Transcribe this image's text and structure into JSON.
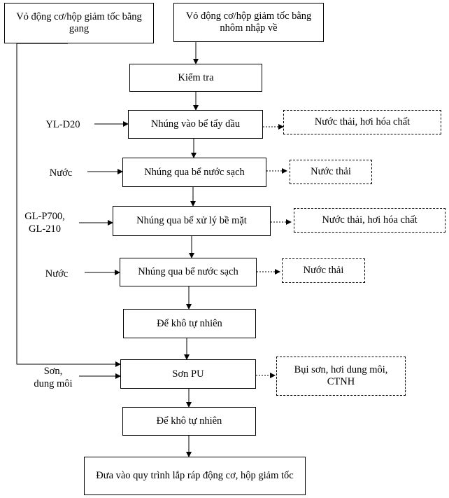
{
  "nodes": {
    "cast_iron_housing": "Vỏ động cơ/hộp giảm tốc bằng gang",
    "aluminum_housing": "Vỏ động cơ/hộp giảm tốc bằng nhôm nhập về",
    "inspection": "Kiểm tra",
    "degreasing": "Nhúng vào bể tẩy dầu",
    "rinse_1": "Nhúng qua bể nước sạch",
    "surface_treatment": "Nhúng qua bể xử lý bề mặt",
    "rinse_2": "Nhúng qua bể nước sạch",
    "air_dry_1": "Để khô tự nhiên",
    "pu_paint": "Sơn PU",
    "air_dry_2": "Để khô tự nhiên",
    "assembly": "Đưa vào quy trình lắp ráp động cơ, hộp giảm tốc"
  },
  "inputs": {
    "yl_d20": "YL-D20",
    "water_1": "Nước",
    "gl_line1": "GL-P700,",
    "gl_line2": "GL-210",
    "water_2": "Nước",
    "paint_line1": "Sơn,",
    "paint_line2": "dung môi"
  },
  "outputs": {
    "waste_degreasing": "Nước thải, hơi hóa chất",
    "waste_rinse_1": "Nước thải",
    "waste_surface": "Nước thải, hơi hóa chất",
    "waste_rinse_2": "Nước thải",
    "waste_paint_line1": "Bụi sơn, hơi dung môi,",
    "waste_paint_line2": "CTNH"
  }
}
